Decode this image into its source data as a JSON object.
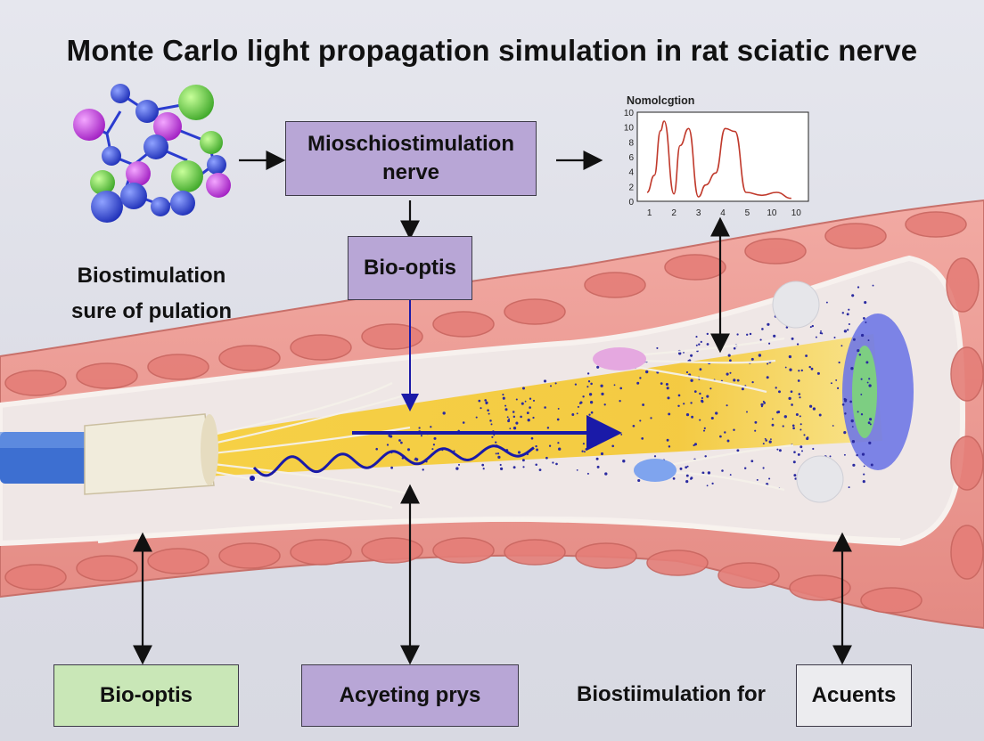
{
  "title": "Monte Carlo light propagation simulation in rat sciatic nerve",
  "boxes": {
    "top_center": "Mioschiostimulation nerve",
    "mid": "Bio-optis",
    "bottom_left": "Bio-optis",
    "bottom_center": "Acyeting prys",
    "bottom_right": "Acuents"
  },
  "labels": {
    "left_line1": "Biostimulation",
    "left_line2": "sure of pulation",
    "bottom_plain": "Biostiimulation for"
  },
  "colors": {
    "box_purple": "#b8a6d6",
    "box_green": "#c9e7b7",
    "box_light": "#ececef",
    "tissue": "#ee9f98",
    "light_beam": "#f2c53a",
    "photon_path": "#1a1aa8",
    "chart_line": "#c0392b"
  },
  "chart_data": {
    "type": "line",
    "title": "Nomolcgtion",
    "x_tick_labels": [
      "1",
      "2",
      "3",
      "4",
      "5",
      "10",
      "10"
    ],
    "y_tick_labels": [
      "0",
      "2",
      "4",
      "6",
      "8",
      "10",
      "10"
    ],
    "series": [
      {
        "x": [
          0.9,
          1.2,
          1.45,
          1.6,
          2.0,
          2.25,
          2.6,
          3.0,
          3.3,
          3.7,
          4.1,
          4.5,
          4.95,
          5.6,
          6.2,
          6.8
        ],
        "y": [
          1.2,
          3.5,
          9.5,
          10.8,
          1.0,
          7.5,
          9.8,
          0.6,
          2.2,
          3.8,
          9.8,
          9.4,
          1.2,
          0.8,
          1.2,
          0.4
        ]
      }
    ]
  }
}
